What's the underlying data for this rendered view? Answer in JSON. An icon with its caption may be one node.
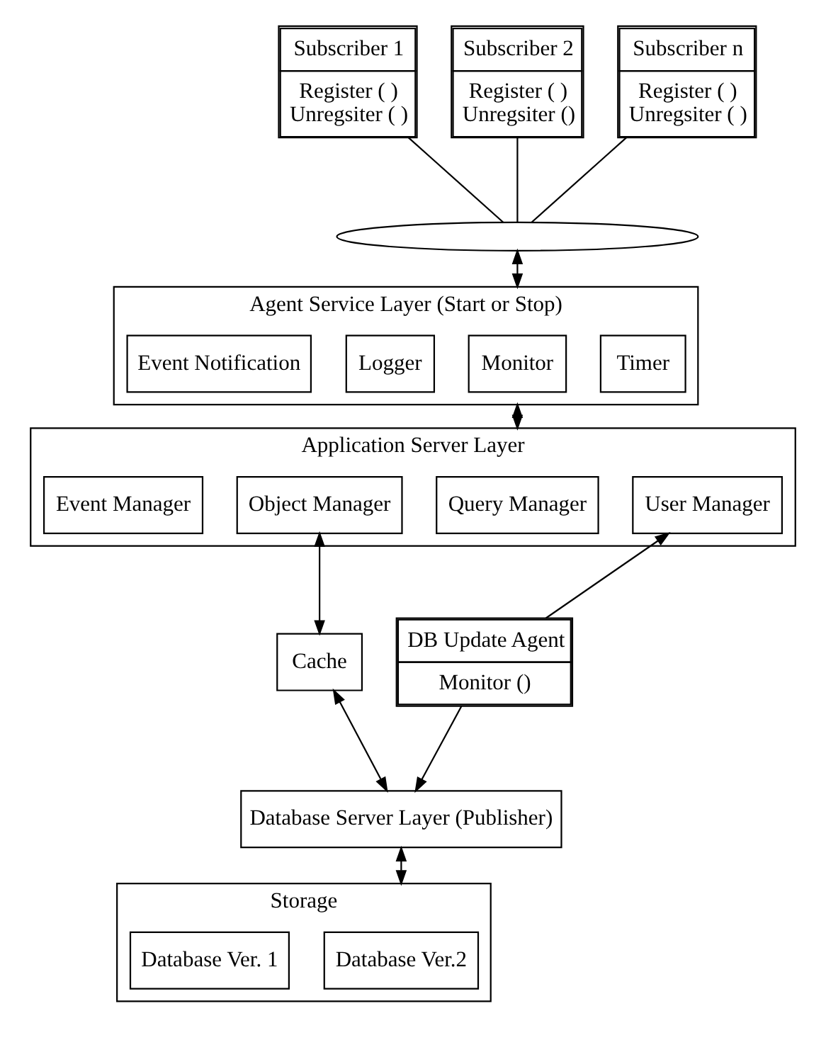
{
  "diagram": {
    "nodes": [
      {
        "text": [
          "Subscriber 1",
          "Register ( )",
          "Unregsiter ( )"
        ]
      },
      {
        "text": [
          "Subscriber 2",
          "Register ( )",
          "Unregsiter ()"
        ]
      },
      {
        "text": [
          "Subscriber n",
          "Register ( )",
          "Unregsiter ( )"
        ]
      },
      {
        "text": [],
        "shape": "ellipse"
      },
      {
        "text": [
          "Agent Service Layer (Start or Stop)"
        ]
      },
      {
        "text": [
          "Event Notification"
        ],
        "in": 4
      },
      {
        "text": [
          "Logger"
        ],
        "in": 4
      },
      {
        "text": [
          "Monitor"
        ],
        "in": 4
      },
      {
        "text": [
          "Timer"
        ],
        "in": 4
      },
      {
        "text": [
          "Application Server Layer"
        ]
      },
      {
        "text": [
          "Event Manager"
        ],
        "in": 9
      },
      {
        "text": [
          "Object Manager"
        ],
        "in": 9
      },
      {
        "text": [
          "Query Manager"
        ],
        "in": 9
      },
      {
        "text": [
          "User Manager"
        ],
        "in": 9
      },
      {
        "text": [
          "Cache"
        ]
      },
      {
        "text": [
          "DB Update Agent",
          "Monitor ()"
        ]
      },
      {
        "text": [
          "Database Server Layer (Publisher)"
        ]
      },
      {
        "text": [
          "Storage"
        ]
      },
      {
        "text": [
          "Database Ver. 1"
        ],
        "in": 17
      },
      {
        "text": [
          "Database Ver.2"
        ],
        "in": 17
      }
    ],
    "edges": [
      {
        "from": 0,
        "to": 3,
        "arrow": "none"
      },
      {
        "from": 1,
        "to": 3,
        "arrow": "none"
      },
      {
        "from": 2,
        "to": 3,
        "arrow": "none"
      },
      {
        "from": 3,
        "to": 4,
        "arrow": "both"
      },
      {
        "from": 4,
        "to": 9,
        "arrow": "both"
      },
      {
        "from": 11,
        "to": 14,
        "arrow": "both"
      },
      {
        "from": 14,
        "to": 16,
        "arrow": "both"
      },
      {
        "from": 15,
        "to": 13,
        "arrow": "to"
      },
      {
        "from": 15,
        "to": 16,
        "arrow": "to"
      },
      {
        "from": 16,
        "to": 17,
        "arrow": "both"
      }
    ]
  }
}
